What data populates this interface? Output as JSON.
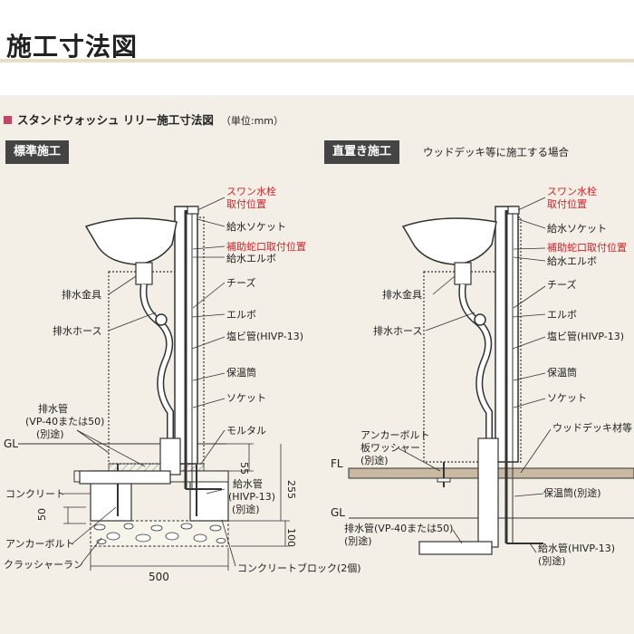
{
  "page_title": "施工寸法図",
  "section_title": "スタンドウォッシュ リリー施工寸法図",
  "unit_note": "（単位:mm）",
  "left": {
    "tab": "標準施工",
    "labels": {
      "swan1": "スワン水栓",
      "swan2": "取付位置",
      "socket_supply": "給水ソケット",
      "aux1": "補助蛇口取付位置",
      "elbow_supply": "給水エルボ",
      "tees": "チーズ",
      "elbow": "エルボ",
      "pvc": "塩ビ管(HIVP-13)",
      "insulation": "保温筒",
      "socket": "ソケット",
      "mortar": "モルタル",
      "supply1": "給水管",
      "supply2": "(HIVP-13)",
      "supply3": "(別途)",
      "drain_fitting": "排水金具",
      "drain_hose": "排水ホース",
      "drain_pipe1": "排水管",
      "drain_pipe2": "(VP-40または50)",
      "drain_pipe3": "(別途)",
      "gl": "GL",
      "concrete": "コンクリート",
      "anchor": "アンカーボルト",
      "crusher": "クラッシャーラン",
      "block": "コンクリートブロック(2個)"
    },
    "dims": {
      "d55": "55",
      "d255": "255",
      "d100": "100",
      "d50": "50",
      "d500": "500"
    }
  },
  "right": {
    "tab": "直置き施工",
    "tab_note": "ウッドデッキ等に施工する場合",
    "labels": {
      "swan1": "スワン水栓",
      "swan2": "取付位置",
      "socket_supply": "給水ソケット",
      "aux1": "補助蛇口取付位置",
      "elbow_supply": "給水エルボ",
      "tees": "チーズ",
      "elbow": "エルボ",
      "pvc": "塩ビ管(HIVP-13)",
      "insulation": "保温筒",
      "socket": "ソケット",
      "deck": "ウッドデッキ材等",
      "drain_fitting": "排水金具",
      "drain_hose": "排水ホース",
      "anchor1": "アンカーボルト",
      "anchor2": "板ワッシャー",
      "anchor3": "(別途)",
      "fl": "FL",
      "insulation_sep": "保温筒(別途)",
      "gl": "GL",
      "drain_pipe1": "排水管(VP-40または50)",
      "drain_pipe2": "(別途)",
      "supply1": "給水管(HIVP-13)",
      "supply2": "(別途)"
    }
  },
  "colors": {
    "red_label": "#d2232a",
    "marker": "#c2456a",
    "tab_bg": "#444444",
    "panel": "#f3efe6",
    "title_rule": "#e8dcc4"
  }
}
